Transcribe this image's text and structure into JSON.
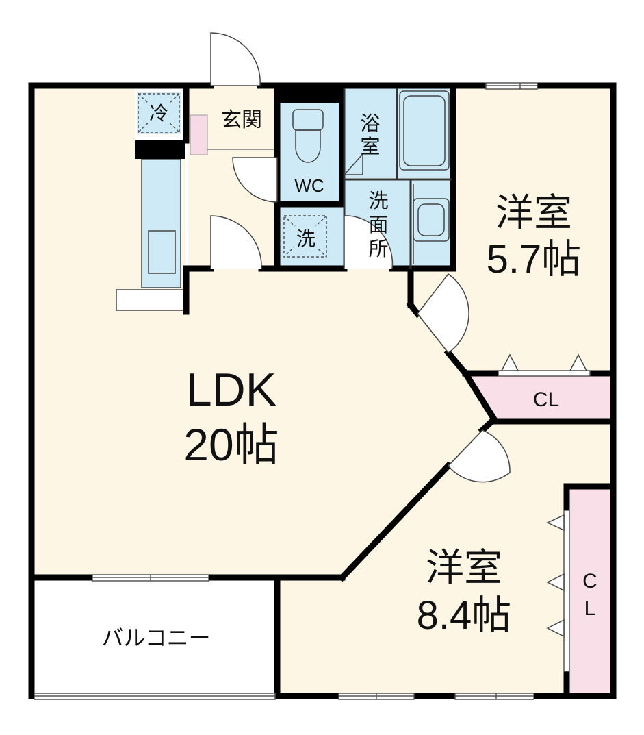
{
  "colors": {
    "room": "#fdf6e4",
    "wet": "#cdeaf6",
    "closet": "#f9dfe8",
    "balcony": "#ffffff",
    "wall": "#000000",
    "appliance_outline": "#555555",
    "shoe_box": "#f6dbe6"
  },
  "rooms": {
    "ldk": {
      "name": "LDK",
      "size": "20帖"
    },
    "western_room_upper": {
      "name": "洋室",
      "size": "5.7帖"
    },
    "western_room_lower": {
      "name": "洋室",
      "size": "8.4帖"
    },
    "closet_upper": {
      "name": "CL"
    },
    "closet_lower": {
      "name": "C",
      "name2": "L"
    },
    "entrance": {
      "name": "玄関"
    },
    "toilet": {
      "name": "WC"
    },
    "bathroom": {
      "name": "浴",
      "name2": "室"
    },
    "washroom": {
      "name": "洗",
      "name2": "面",
      "name3": "所"
    },
    "balcony": {
      "name": "バルコニー"
    }
  },
  "appliances": {
    "fridge": {
      "label": "冷"
    },
    "washer": {
      "label": "洗"
    }
  },
  "icons": [
    "door-swing-icon",
    "sink-icon",
    "bathtub-icon",
    "toilet-icon",
    "fridge-space-icon",
    "washer-space-icon",
    "window-icon"
  ]
}
